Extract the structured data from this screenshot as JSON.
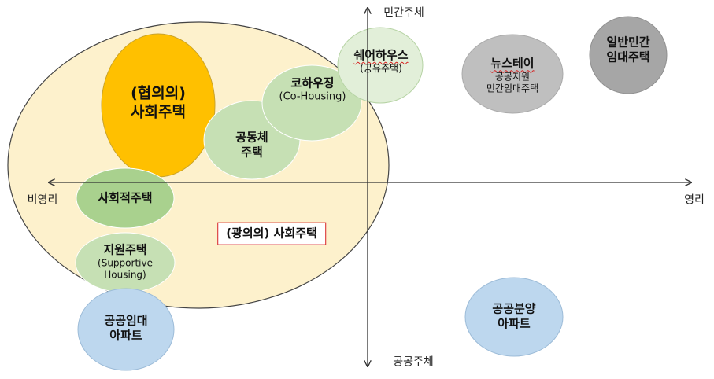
{
  "axes": {
    "top": "민간주체",
    "bottom": "공공주체",
    "left": "비영리",
    "right": "영리"
  },
  "colors": {
    "broad_fill": "#fdf1cc",
    "narrow_fill": "#ffc000",
    "green_fill": "#c6e0b4",
    "dark_green_fill": "#a9d18e",
    "light_green_fill": "#e2efd9",
    "blue_fill": "#bdd7ee",
    "gray_fill": "#bfbfbf",
    "dark_gray_fill": "#a6a6a6",
    "box_border": "#d62020"
  },
  "nodes": {
    "narrow": {
      "line1": "(협의의)",
      "line2": "사회주택"
    },
    "community": {
      "line1": "공동체",
      "line2": "주택"
    },
    "cohousing": {
      "line1": "코하우징",
      "line2": "(Co-Housing)"
    },
    "share": {
      "line1": "쉐어하우스",
      "line2": "(공유주택)"
    },
    "newstay": {
      "line1": "뉴스테이",
      "line2": "공공지원",
      "line3": "민간임대주택"
    },
    "private_rental": {
      "line1": "일반민간",
      "line2": "임대주택"
    },
    "social_enterprise": {
      "line1": "사회적주택"
    },
    "broad": {
      "label": "(광의의) 사회주택"
    },
    "supportive": {
      "line1": "지원주택",
      "line2": "(Supportive",
      "line3": "Housing)"
    },
    "public_rental": {
      "line1": "공공임대",
      "line2": "아파트"
    },
    "public_sale": {
      "line1": "공공분양",
      "line2": "아파트"
    }
  }
}
